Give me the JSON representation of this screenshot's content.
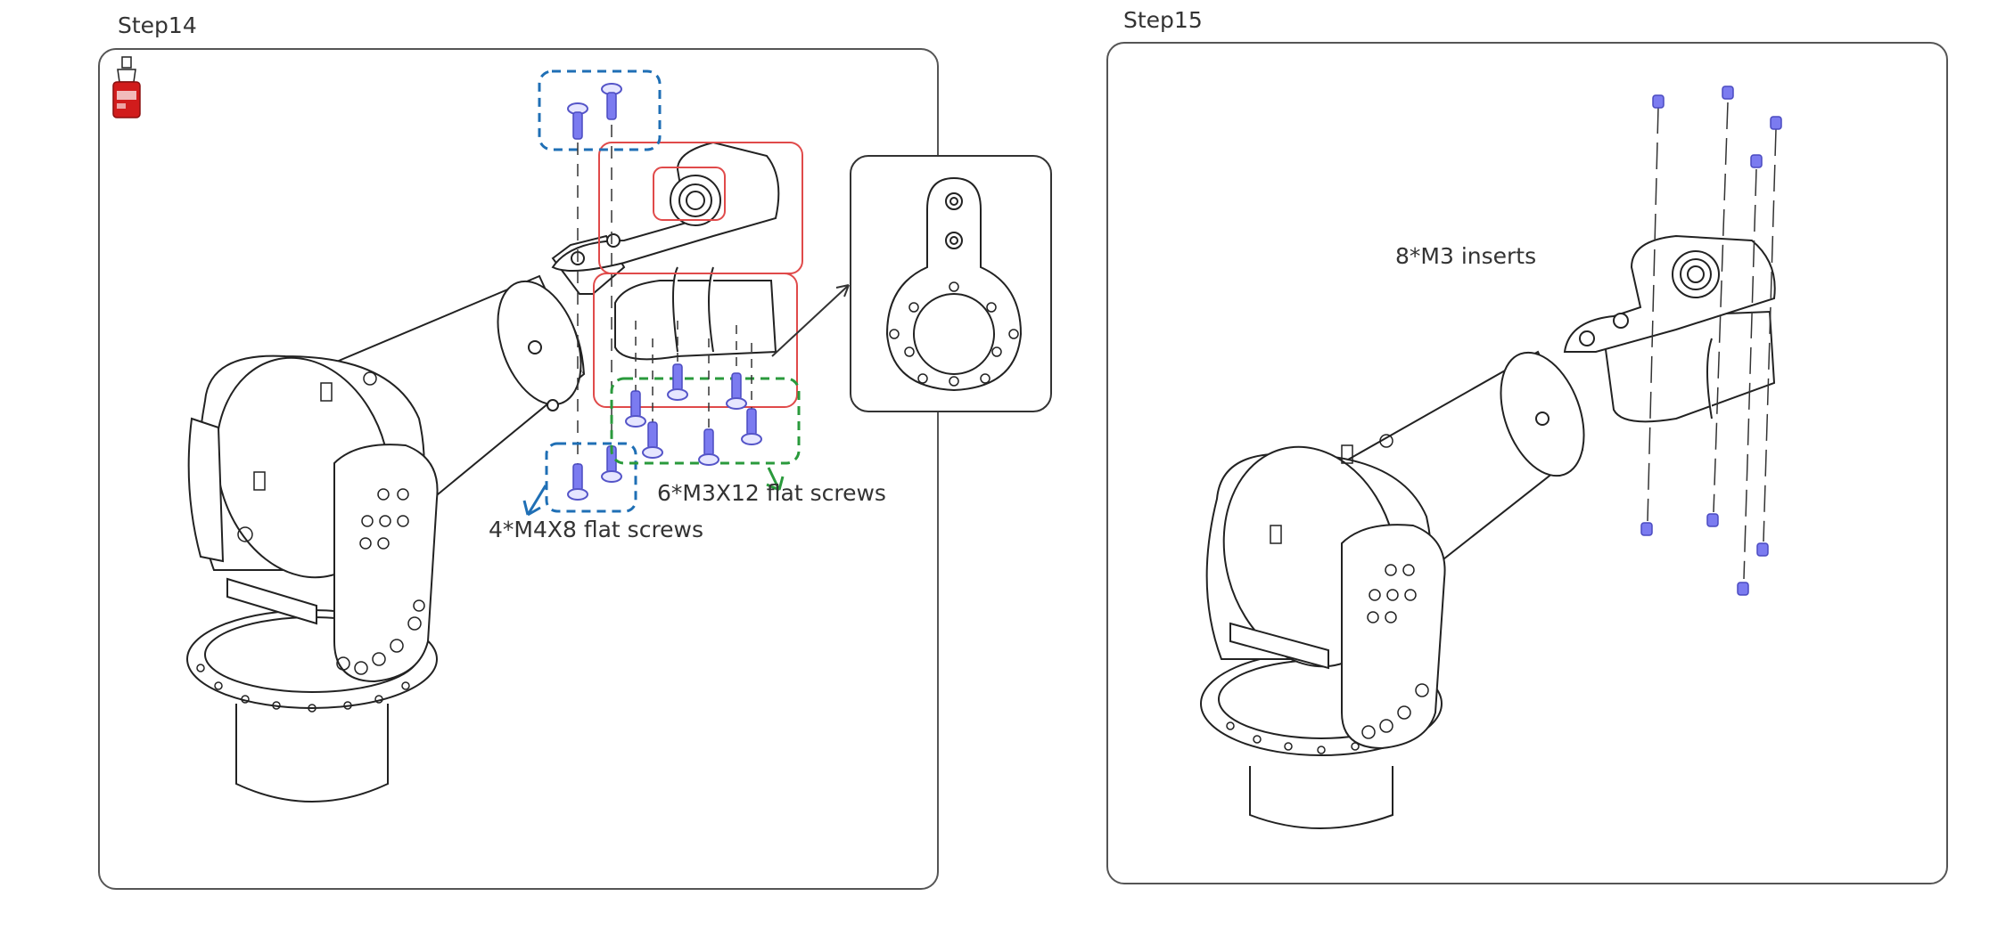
{
  "steps": [
    {
      "title": "Step14",
      "labels": {
        "m4": "4*M4X8 flat screws",
        "m3": "6*M3X12 flat screws"
      }
    },
    {
      "title": "Step15",
      "labels": {
        "inserts": "8*M3 inserts"
      }
    }
  ],
  "colors": {
    "outline": "#555555",
    "line": "#222222",
    "blue_group": "#1f6fb5",
    "green_group": "#2a9a3c",
    "red_highlight": "#e04a4a",
    "screw": "#7b7bf0",
    "threadlocker": "#d11c1c"
  },
  "icons": [
    "threadlocker-bottle-icon",
    "screw-icon",
    "insert-icon"
  ]
}
